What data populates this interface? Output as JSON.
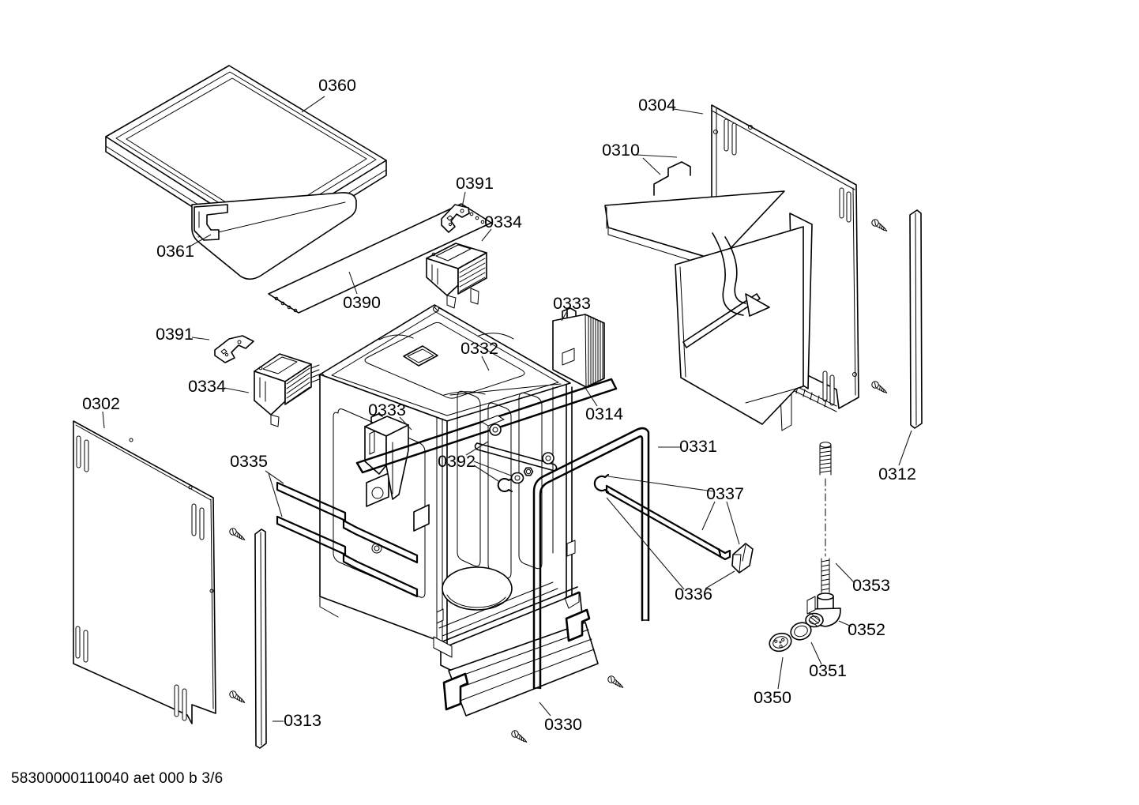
{
  "page": {
    "background_color": "#ffffff",
    "ink_color": "#000000",
    "footer": "58300000110040 aet 000 b 3/6"
  },
  "diagram": {
    "labels": [
      {
        "text": "0360"
      },
      {
        "text": "0304"
      },
      {
        "text": "0310"
      },
      {
        "text": "0391"
      },
      {
        "text": "0334"
      },
      {
        "text": "0361"
      },
      {
        "text": "0390"
      },
      {
        "text": "0333"
      },
      {
        "text": "0391"
      },
      {
        "text": "0332"
      },
      {
        "text": "0334"
      },
      {
        "text": "0302"
      },
      {
        "text": "0333"
      },
      {
        "text": "0314"
      },
      {
        "text": "0331"
      },
      {
        "text": "0335"
      },
      {
        "text": "0392"
      },
      {
        "text": "0312"
      },
      {
        "text": "0337"
      },
      {
        "text": "0353"
      },
      {
        "text": "0336"
      },
      {
        "text": "0352"
      },
      {
        "text": "0351"
      },
      {
        "text": "0350"
      },
      {
        "text": "0313"
      },
      {
        "text": "0330"
      }
    ]
  }
}
